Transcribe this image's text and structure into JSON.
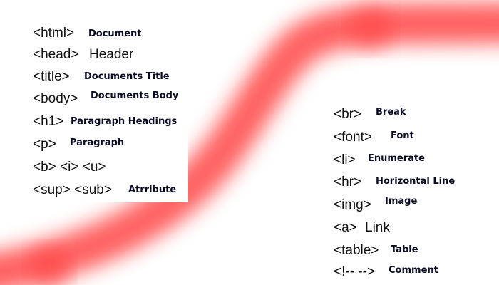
{
  "background": "#ffffff",
  "accent_color": "#ff4d4d",
  "left_list": [
    {
      "tag": "<html>",
      "desc": "Document"
    },
    {
      "tag": "<head>",
      "desc": "Header"
    },
    {
      "tag": "<title>",
      "desc": "Documents Title"
    },
    {
      "tag": "<body>",
      "desc": "Documents Body"
    },
    {
      "tag": "<h1>",
      "desc": "Paragraph Headings"
    },
    {
      "tag": "<p>",
      "desc": "Paragraph"
    },
    {
      "tag": "<b> <i> <u>",
      "desc": ""
    },
    {
      "tag": "<sup> <sub>",
      "desc": "Atrribute"
    }
  ],
  "right_list": [
    {
      "tag": "<br>",
      "desc": "Break"
    },
    {
      "tag": "<font>",
      "desc": "Font"
    },
    {
      "tag": "<li>",
      "desc": "Enumerate"
    },
    {
      "tag": "<hr>",
      "desc": "Horizontal Line"
    },
    {
      "tag": "<img>",
      "desc": "Image"
    },
    {
      "tag": "<a>",
      "desc": "Link"
    },
    {
      "tag": "<table>",
      "desc": "Table"
    },
    {
      "tag": "<!-- -->",
      "desc": "Comment"
    }
  ]
}
